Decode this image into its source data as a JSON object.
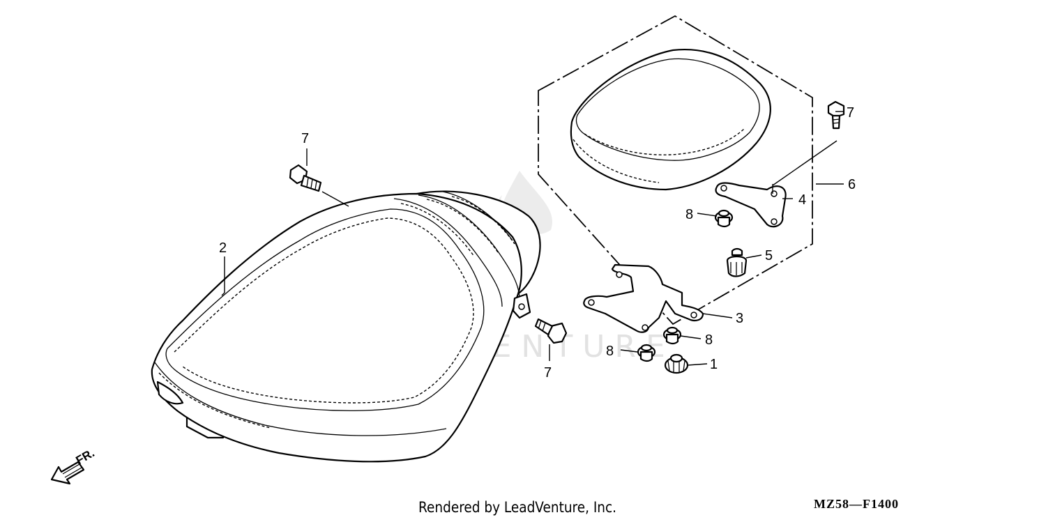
{
  "watermark": {
    "text": "LEADVENTURE"
  },
  "direction_marker": {
    "label": "FR.",
    "icon": "arrow-down-left-icon"
  },
  "callouts": {
    "c1": "1",
    "c2": "2",
    "c3": "3",
    "c4": "4",
    "c5": "5",
    "c6": "6",
    "c7a": "7",
    "c7b": "7",
    "c7c": "7",
    "c8a": "8",
    "c8b": "8",
    "c8c": "8"
  },
  "footer": {
    "credit": "Rendered by LeadVenture, Inc.",
    "diagram_code": "MZ58—F1400"
  }
}
